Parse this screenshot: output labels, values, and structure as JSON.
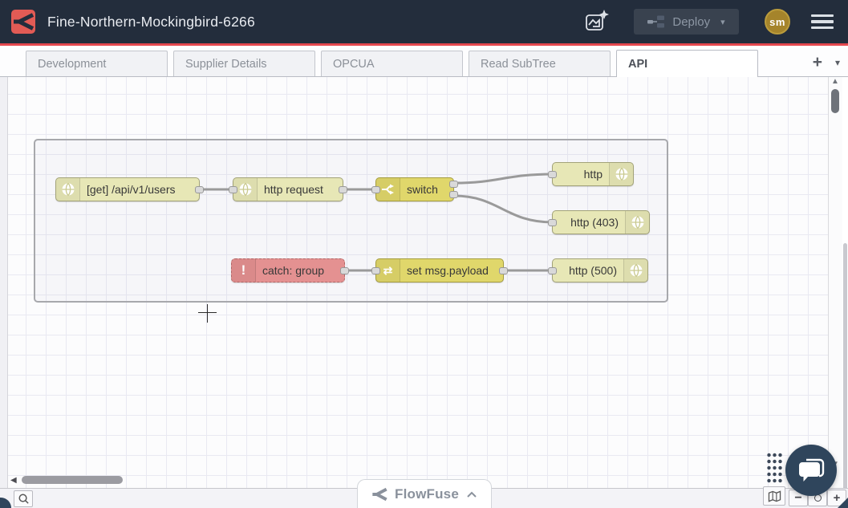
{
  "header": {
    "title": "Fine-Northern-Mockingbird-6266",
    "deploy": {
      "label": "Deploy",
      "caret": "▾",
      "enabled": false
    },
    "avatar": {
      "initials": "sm",
      "color": "#a5842b"
    },
    "icons": [
      "flowfuse-logo",
      "ai-assistant-icon",
      "deploy-nodes-icon",
      "menu-icon"
    ],
    "colors": {
      "background": "#232d3c",
      "accent_red": "#e5484e",
      "logo_red": "#e25b55"
    }
  },
  "tabs": {
    "items": [
      {
        "label": "Development",
        "active": false
      },
      {
        "label": "Supplier Details",
        "active": false
      },
      {
        "label": "OPCUA",
        "active": false
      },
      {
        "label": "Read SubTree",
        "active": false
      },
      {
        "label": "API",
        "active": true
      }
    ],
    "add_label": "+",
    "list_caret": "▾"
  },
  "flow": {
    "nodes": [
      {
        "id": "http-in",
        "type": "http in",
        "label": "[get] /api/v1/users",
        "color": "#e7e7b6",
        "icon": "globe-icon"
      },
      {
        "id": "http-request",
        "type": "http request",
        "label": "http request",
        "color": "#e7e7b6",
        "icon": "globe-icon"
      },
      {
        "id": "switch",
        "type": "switch",
        "label": "switch",
        "color": "#e0d76b",
        "icon": "branch-icon",
        "outputs": 2
      },
      {
        "id": "http-response-1",
        "type": "http response",
        "label": "http",
        "color": "#e7e7b6",
        "icon": "globe-icon"
      },
      {
        "id": "http-response-403",
        "type": "http response",
        "label": "http (403)",
        "color": "#e7e7b6",
        "icon": "globe-icon"
      },
      {
        "id": "catch",
        "type": "catch",
        "label": "catch: group",
        "color": "#e49191",
        "icon": "exclamation-icon"
      },
      {
        "id": "change",
        "type": "change",
        "label": "set msg.payload",
        "color": "#e0d76b",
        "icon": "swap-icon",
        "swap_glyph": "⇄"
      },
      {
        "id": "http-response-500",
        "type": "http response",
        "label": "http (500)",
        "color": "#e7e7b6",
        "icon": "globe-icon"
      }
    ],
    "connections": [
      {
        "from": "http-in",
        "to": "http-request"
      },
      {
        "from": "http-request",
        "to": "switch"
      },
      {
        "from": "switch:1",
        "to": "http-response-1"
      },
      {
        "from": "switch:2",
        "to": "http-response-403"
      },
      {
        "from": "catch",
        "to": "change"
      },
      {
        "from": "change",
        "to": "http-response-500"
      }
    ],
    "catch_exclamation": "!"
  },
  "scrollbars": {
    "h_left_arrow": "◀",
    "h_right_arrow": "▶",
    "v_up_arrow": "▲",
    "v_down_arrow": "▼"
  },
  "footer": {
    "flowfuse_label": "FlowFuse",
    "icons": [
      "search-icon",
      "map-icon",
      "zoom-reset-icon",
      "chevron-up-icon",
      "chat-icon"
    ],
    "zoom_out_label": "−",
    "zoom_in_label": "+"
  }
}
